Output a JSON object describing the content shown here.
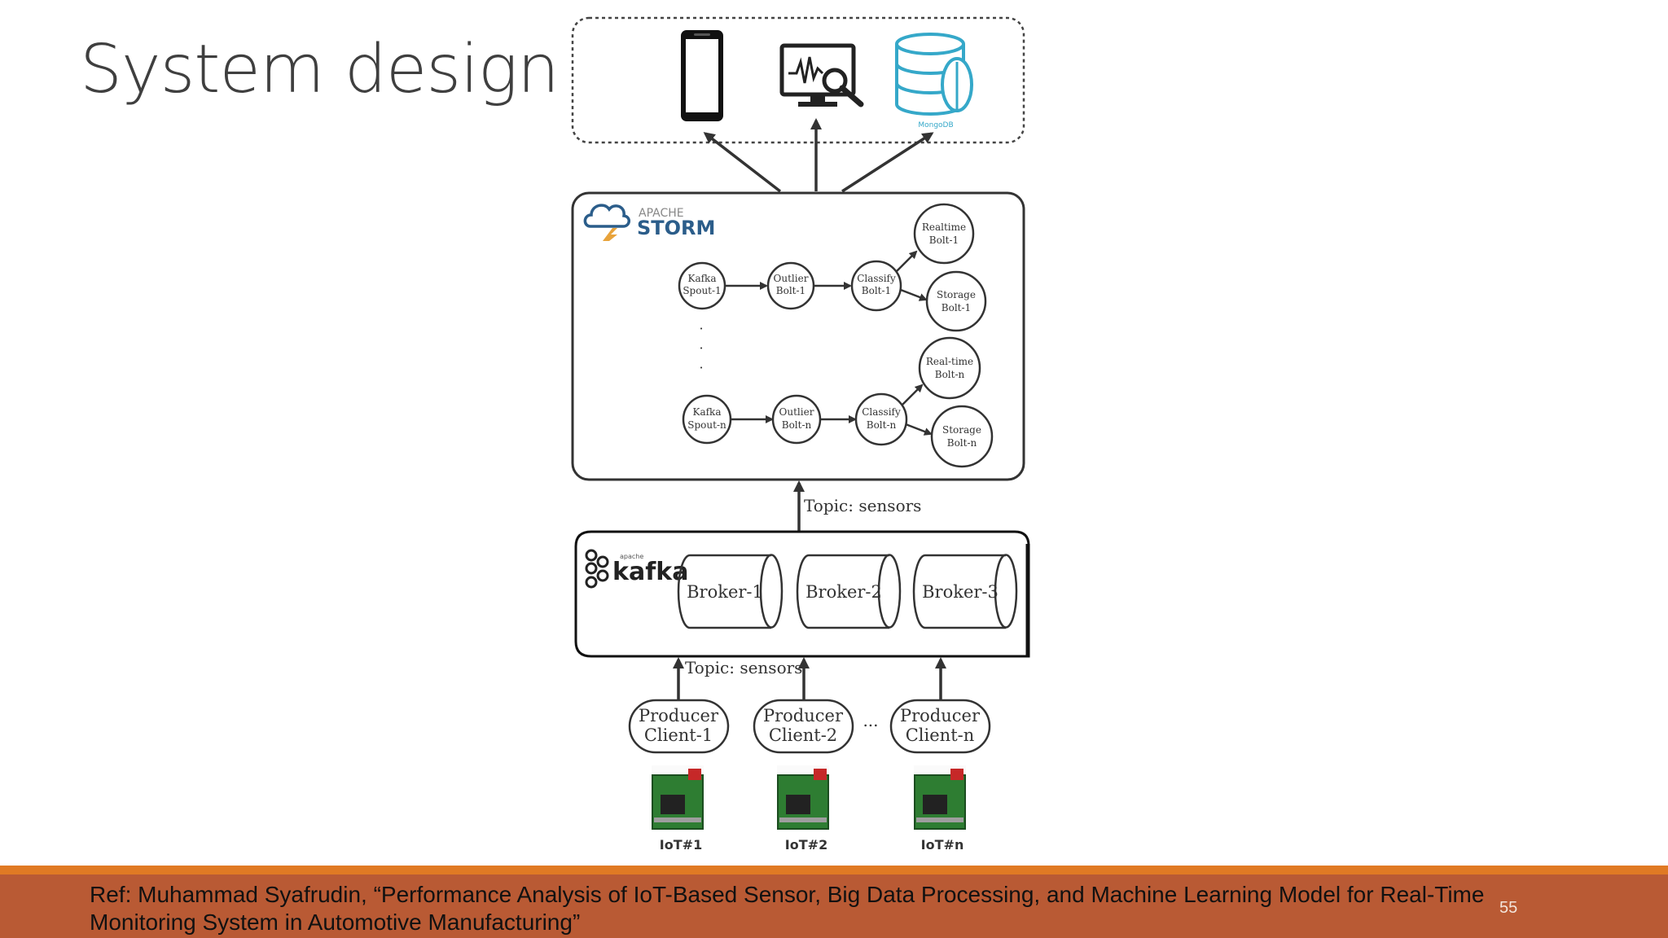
{
  "slide": {
    "title": "System design",
    "reference": "Ref: Muhammad Syafrudin, “Performance Analysis of IoT-Based Sensor, Big Data Processing, and Machine Learning Model for Real-Time Monitoring System in Automotive Manufacturing”",
    "page_number": "55"
  },
  "diagram": {
    "clients_layer": {
      "icons": [
        "smartphone-icon",
        "monitor-analytics-icon",
        "mongodb-database-icon"
      ],
      "mongodb_caption": "MongoDB"
    },
    "storm": {
      "brand_top": "APACHE",
      "brand_main": "STORM",
      "row1": {
        "spout": [
          "Kafka",
          "Spout-1"
        ],
        "outlier": [
          "Outlier",
          "Bolt-1"
        ],
        "classify": [
          "Classify",
          "Bolt-1"
        ],
        "realtime": [
          "Realtime",
          "Bolt-1"
        ],
        "storage": [
          "Storage",
          "Bolt-1"
        ]
      },
      "ellipsis": ". . .",
      "rown": {
        "spout": [
          "Kafka",
          "Spout-n"
        ],
        "outlier": [
          "Outlier",
          "Bolt-n"
        ],
        "classify": [
          "Classify",
          "Bolt-n"
        ],
        "realtime": [
          "Real-time",
          "Bolt-n"
        ],
        "storage": [
          "Storage",
          "Bolt-n"
        ]
      }
    },
    "topic_upper": "Topic: sensors",
    "kafka": {
      "brand_small": "apache",
      "brand": "kafka",
      "brokers": [
        "Broker-1",
        "Broker-2",
        "Broker-3"
      ]
    },
    "topic_lower": "Topic: sensors",
    "producers": [
      [
        "Producer",
        "Client-1"
      ],
      [
        "Producer",
        "Client-2"
      ],
      [
        "Producer",
        "Client-n"
      ]
    ],
    "producers_ellipsis": "...",
    "iot_devices": [
      "IoT#1",
      "IoT#2",
      "IoT#n"
    ],
    "colors": {
      "mongodb_accent": "#35a8c9",
      "storm_logo": "#2b5d8a",
      "storm_bolt": "#e8a33b",
      "footer_band": "#b95a34",
      "footer_stripe": "#e07a24",
      "board_green": "#2e7d32"
    }
  }
}
